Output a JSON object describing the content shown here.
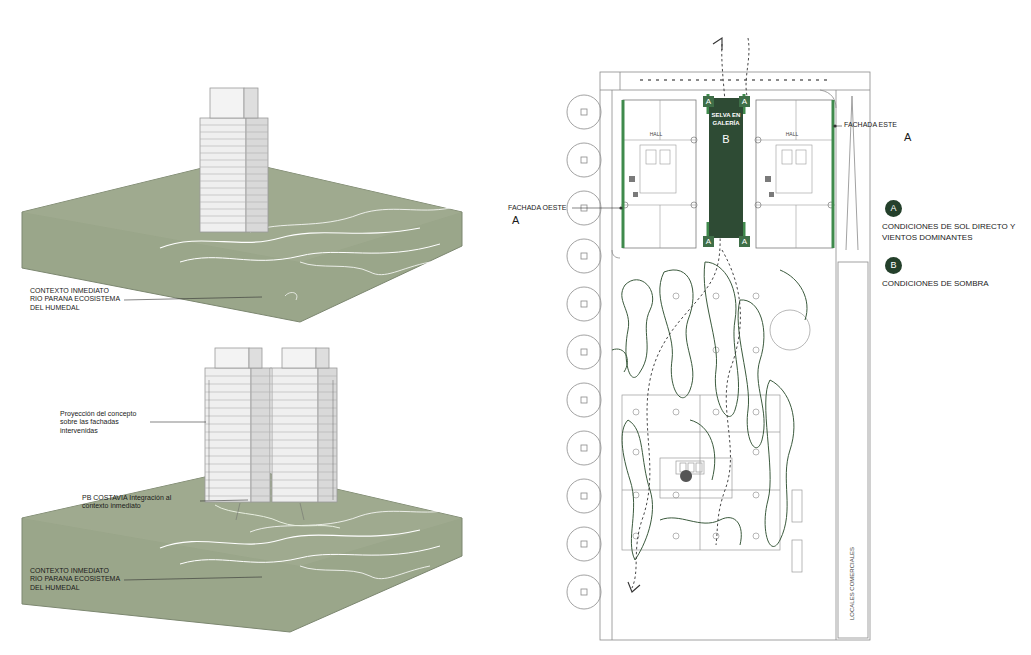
{
  "diagram": {
    "nodes": [
      {
        "text": [
          "SELVA EN GALERÍA",
          "B"
        ]
      },
      {
        "text": [
          "A"
        ]
      },
      {
        "text": [
          "A"
        ]
      },
      {
        "text": [
          "A"
        ]
      },
      {
        "text": [
          "A"
        ]
      }
    ],
    "labels": [
      "CONTEXTO INMEDIATO RIO PARANA ECOSISTEMA DEL HUMEDAL",
      "Proyección del concepto sobre las fachadas intervenidas",
      "PB COSTAVIA Integración al contexto inmediato",
      "CONTEXTO INMEDIATO RIO PARANA ECOSISTEMA DEL HUMEDAL",
      "HALL",
      "HALL",
      "FACHADA OESTE",
      "A",
      "FACHADA ESTE",
      "A",
      "A",
      "B",
      "LOCALES COMERCIALES"
    ],
    "legend": [
      {
        "text": "CONDICIONES DE SOL DIRECTO Y VIENTOS DOMINANTES",
        "color": "#24402b"
      },
      {
        "text": "CONDICIONES DE SOMBRA",
        "color": "#24402b"
      }
    ]
  }
}
